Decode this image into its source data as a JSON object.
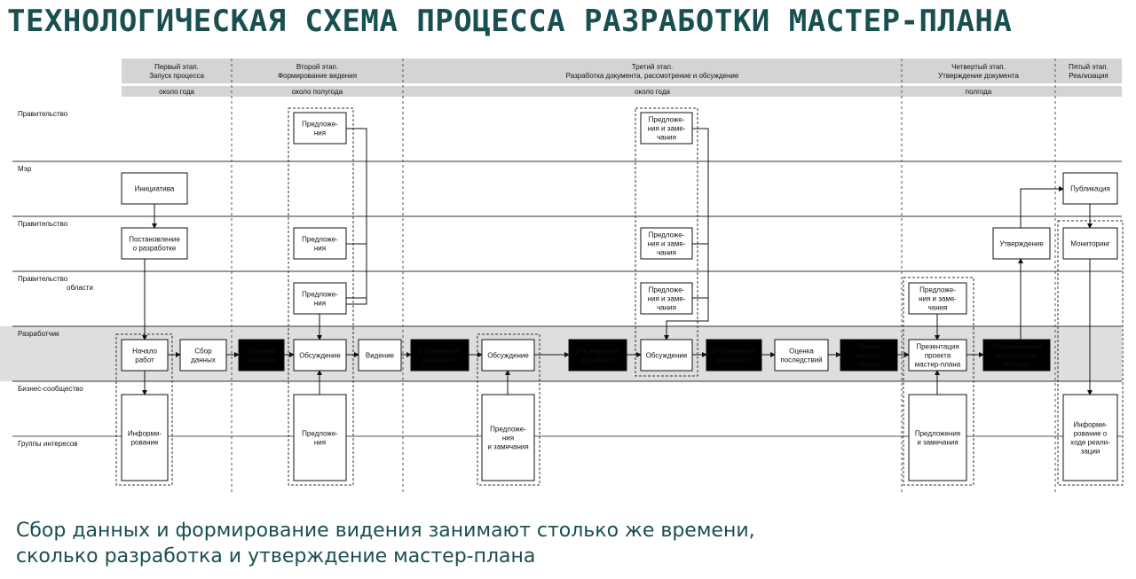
{
  "title": "ТЕХНОЛОГИЧЕСКАЯ СХЕМА ПРОЦЕССА РАЗРАБОТКИ МАСТЕР-ПЛАНА",
  "caption": [
    "Сбор данных и формирование видения занимают столько же времени,",
    "сколько разработка и утверждение мастер-плана"
  ],
  "colors": {
    "accent": "#1a4f4f",
    "header_fill": "#d4d4d4",
    "band_fill": "#dedede",
    "dark_box": "#000000"
  },
  "stages": [
    {
      "id": "stage-1",
      "lines": [
        "Первый этап.",
        "Запуск процесса"
      ],
      "duration": "около года"
    },
    {
      "id": "stage-2",
      "lines": [
        "Второй этап.",
        "Формирование видения"
      ],
      "duration": "около полугода"
    },
    {
      "id": "stage-3",
      "lines": [
        "Третий этап.",
        "Разработка документа, рассмотрение и обсуждение"
      ],
      "duration": "около года"
    },
    {
      "id": "stage-4",
      "lines": [
        "Четвертый этап.",
        "Утверждение документа"
      ],
      "duration": "полгода"
    },
    {
      "id": "stage-5",
      "lines": [
        "Пятый этап.",
        "Реализация"
      ],
      "duration": ""
    }
  ],
  "lanes": [
    {
      "id": "government-1",
      "lines": [
        "Правительство"
      ]
    },
    {
      "id": "mayor",
      "lines": [
        "Мэр"
      ]
    },
    {
      "id": "government-2",
      "lines": [
        "Правительство"
      ]
    },
    {
      "id": "regional-government",
      "lines": [
        "Правительство",
        "области"
      ]
    },
    {
      "id": "developer",
      "lines": [
        "Разработчик"
      ]
    },
    {
      "id": "business-community",
      "lines": [
        "Бизнес-сообщество"
      ]
    },
    {
      "id": "interest-groups",
      "lines": [
        "Группы интересов"
      ]
    }
  ],
  "nodes": [
    {
      "id": "initiative",
      "lines": [
        "Инициатива"
      ],
      "dark": false
    },
    {
      "id": "resolution",
      "lines": [
        "Постановление",
        "о разработке"
      ],
      "dark": false
    },
    {
      "id": "start-work",
      "lines": [
        "Начало",
        "работ"
      ],
      "dark": false
    },
    {
      "id": "informing",
      "lines": [
        "Информи-",
        "рование"
      ],
      "dark": false
    },
    {
      "id": "data-collection",
      "lines": [
        "Сбор",
        "данных"
      ],
      "dark": false
    },
    {
      "id": "base-scenarios",
      "lines": [
        "Базовые",
        "сценарии"
      ],
      "dark": true
    },
    {
      "id": "proposals-gov",
      "lines": [
        "Предложе-",
        "ния"
      ],
      "dark": false
    },
    {
      "id": "proposals-gov2",
      "lines": [
        "Предложе-",
        "ния"
      ],
      "dark": false
    },
    {
      "id": "proposals-region",
      "lines": [
        "Предложе-",
        "ния"
      ],
      "dark": false
    },
    {
      "id": "discussion-1",
      "lines": [
        "Обсуждение"
      ],
      "dark": false
    },
    {
      "id": "proposals-public-1",
      "lines": [
        "Предложе-",
        "ния"
      ],
      "dark": false
    },
    {
      "id": "vision",
      "lines": [
        "Видение"
      ],
      "dark": false
    },
    {
      "id": "draft-1",
      "lines": [
        "1-я редакция",
        "документа"
      ],
      "dark": true
    },
    {
      "id": "discussion-2",
      "lines": [
        "Обсуждение"
      ],
      "dark": false
    },
    {
      "id": "proposals-public-2",
      "lines": [
        "Предложе-",
        "ния",
        "и замечания"
      ],
      "dark": false
    },
    {
      "id": "draft-2",
      "lines": [
        "2-я редакция",
        "документа"
      ],
      "dark": true
    },
    {
      "id": "remarks-gov",
      "lines": [
        "Предложе-",
        "ния и заме-",
        "чания"
      ],
      "dark": false
    },
    {
      "id": "remarks-gov2",
      "lines": [
        "Предложе-",
        "ния и заме-",
        "чания"
      ],
      "dark": false
    },
    {
      "id": "remarks-region",
      "lines": [
        "Предложе-",
        "ния и заме-",
        "чания"
      ],
      "dark": false
    },
    {
      "id": "discussion-3",
      "lines": [
        "Обсуждение"
      ],
      "dark": false
    },
    {
      "id": "draft-3",
      "lines": [
        "3-я редакция",
        "документа"
      ],
      "dark": true
    },
    {
      "id": "impact-assessment",
      "lines": [
        "Оценка",
        "последствий"
      ],
      "dark": false
    },
    {
      "id": "draft-master-plan",
      "lines": [
        "Проект",
        "мастер-",
        "плана"
      ],
      "dark": true
    },
    {
      "id": "remarks-region-4",
      "lines": [
        "Предложе-",
        "ния и заме-",
        "чания"
      ],
      "dark": false
    },
    {
      "id": "presentation",
      "lines": [
        "Презентация",
        "проекта",
        "мастер-плана"
      ],
      "dark": false
    },
    {
      "id": "proposals-public-4",
      "lines": [
        "Предложения",
        "и замечания"
      ],
      "dark": false
    },
    {
      "id": "approval",
      "lines": [
        "Утверждение"
      ],
      "dark": false
    },
    {
      "id": "strategic-plan",
      "lines": [
        "Стратегический",
        "мастер-план",
        "Москвы"
      ],
      "dark": true
    },
    {
      "id": "publication",
      "lines": [
        "Публикация"
      ],
      "dark": false
    },
    {
      "id": "monitoring",
      "lines": [
        "Мониторинг"
      ],
      "dark": false
    },
    {
      "id": "progress-info",
      "lines": [
        "Информи-",
        "рование о",
        "ходе реали-",
        "зации"
      ],
      "dark": false
    }
  ]
}
